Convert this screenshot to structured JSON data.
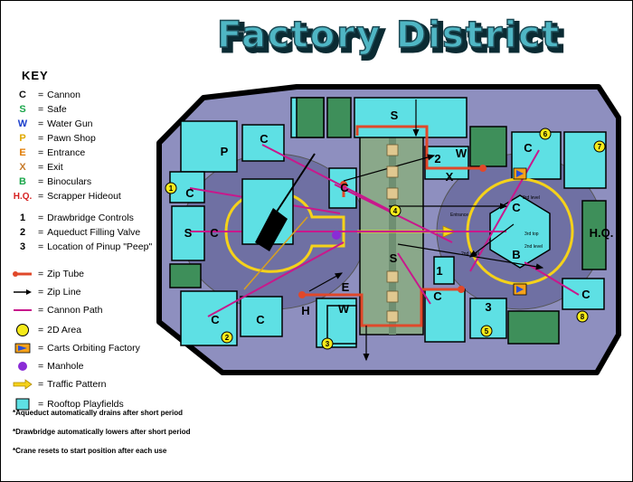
{
  "title": "Factory District",
  "key": {
    "heading": "KEY",
    "symbols": [
      {
        "sym": "C",
        "label": "Cannon",
        "color": "#111111"
      },
      {
        "sym": "S",
        "label": "Safe",
        "color": "#1aa64a"
      },
      {
        "sym": "W",
        "label": "Water Gun",
        "color": "#1b3fcc"
      },
      {
        "sym": "P",
        "label": "Pawn Shop",
        "color": "#e0a800"
      },
      {
        "sym": "E",
        "label": "Entrance",
        "color": "#e07a00"
      },
      {
        "sym": "X",
        "label": "Exit",
        "color": "#c77a2a"
      },
      {
        "sym": "B",
        "label": "Binoculars",
        "color": "#1aa64a"
      },
      {
        "sym": "H.Q.",
        "label": "Scrapper Hideout",
        "color": "#d62020"
      }
    ],
    "numbers": [
      {
        "sym": "1",
        "label": "Drawbridge Controls"
      },
      {
        "sym": "2",
        "label": "Aqueduct Filling Valve"
      },
      {
        "sym": "3",
        "label": "Location of Pinup \"Peep\""
      }
    ],
    "legend": [
      {
        "label": "Zip Tube"
      },
      {
        "label": "Zip Line"
      },
      {
        "label": "Cannon Path"
      },
      {
        "label": "2D Area"
      },
      {
        "label": "Carts Orbiting Factory"
      },
      {
        "label": "Manhole"
      },
      {
        "label": "Traffic Pattern"
      },
      {
        "label": "Rooftop Playfields"
      }
    ]
  },
  "notes": [
    "*Aqueduct automatically drains after short period",
    "*Drawbridge automatically lowers after short period",
    "*Crane resets to start position after each use"
  ],
  "map": {
    "cannon": "C",
    "safe": "S",
    "water": "W",
    "pawn": "P",
    "entrance": "E",
    "exit": "X",
    "binoculars": "B",
    "hq": "H.Q.",
    "hideout_letter": "H",
    "areas": [
      "1",
      "2",
      "3",
      "4",
      "5",
      "6",
      "7",
      "8"
    ],
    "drawbridge": "1",
    "valve": "2",
    "peep": "3",
    "labels": {
      "entrance_small": "Entrance",
      "second_level": "2nd level",
      "third_level": "3rd level",
      "third_top": "3rd top",
      "second_level_b": "2nd level"
    }
  },
  "colors": {
    "rooftop": "#5ee0e4",
    "green_block": "#3e8f5a",
    "ground": "#8e8fbf",
    "ground_dark": "#6f70a3",
    "zip_tube": "#e0482a",
    "cannon_path": "#c8188c",
    "two_d_area": "#f5ea1a",
    "traffic": "#f5d21a",
    "manhole": "#8a2bd6"
  }
}
